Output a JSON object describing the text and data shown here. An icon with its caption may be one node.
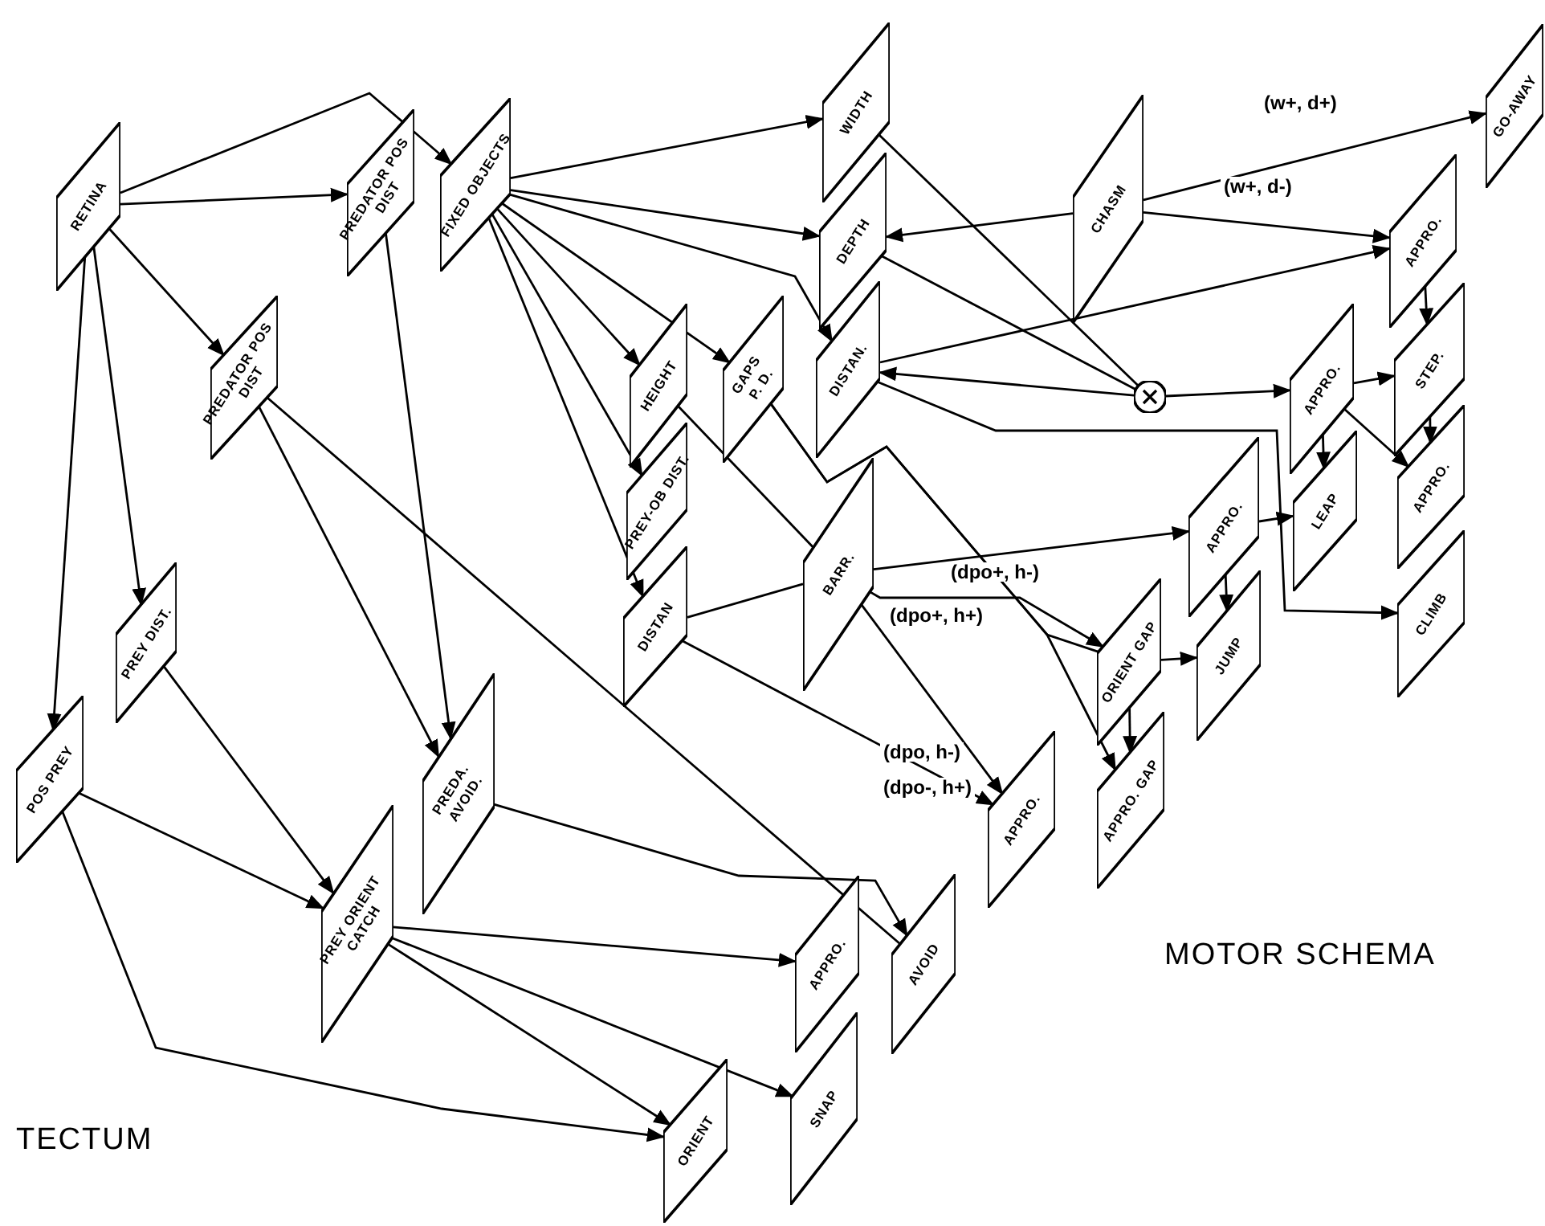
{
  "diagram": {
    "nodes": [
      {
        "text": [
          "RETINA"
        ]
      },
      {
        "text": [
          "PREDATOR POS DIST"
        ]
      },
      {
        "text": [
          "FIXED OBJECTS"
        ]
      },
      {
        "text": [
          "PREDATOR POS DIST"
        ]
      },
      {
        "text": [
          "PREY DIST."
        ]
      },
      {
        "text": [
          "POS PREY"
        ]
      },
      {
        "text": [
          "WIDTH"
        ]
      },
      {
        "text": [
          "DEPTH"
        ]
      },
      {
        "text": [
          "HEIGHT"
        ]
      },
      {
        "text": [
          "GAPS",
          "P. D."
        ]
      },
      {
        "text": [
          "DISTAN."
        ]
      },
      {
        "text": [
          "PREY-OB DIST."
        ]
      },
      {
        "text": [
          "DISTAN"
        ]
      },
      {
        "text": [
          "BARR."
        ]
      },
      {
        "text": [
          "CHASM"
        ]
      },
      {
        "text": [
          "GO-AWAY"
        ]
      },
      {
        "text": [
          "APPRO."
        ]
      },
      {
        "text": [
          "STEP."
        ]
      },
      {
        "text": [
          "APPRO."
        ]
      },
      {
        "text": [
          "LEAP"
        ]
      },
      {
        "text": [
          "APPRO."
        ]
      },
      {
        "text": [
          "CLIMB"
        ]
      },
      {
        "text": [
          "APPRO."
        ]
      },
      {
        "text": [
          "JUMP"
        ]
      },
      {
        "text": [
          "ORIENT GAP"
        ]
      },
      {
        "text": [
          "APPRO. GAP"
        ]
      },
      {
        "text": [
          "APPRO."
        ]
      },
      {
        "text": [
          "PREDA.",
          "AVOID."
        ]
      },
      {
        "text": [
          "PREY ORIENT CATCH"
        ]
      },
      {
        "text": [
          "APPRO."
        ]
      },
      {
        "text": [
          "AVOID"
        ]
      },
      {
        "text": [
          "SNAP"
        ]
      },
      {
        "text": [
          "ORIENT"
        ]
      },
      {
        "text": [],
        "shape": "circle"
      }
    ],
    "edges": [
      {
        "from": 0,
        "to": 2,
        "arrow": "to"
      },
      {
        "from": 0,
        "to": 1,
        "arrow": "to"
      },
      {
        "from": 0,
        "to": 3,
        "arrow": "to"
      },
      {
        "from": 0,
        "to": 4,
        "arrow": "to"
      },
      {
        "from": 0,
        "to": 5,
        "arrow": "to"
      },
      {
        "from": 2,
        "to": 6,
        "arrow": "to"
      },
      {
        "from": 2,
        "to": 7,
        "arrow": "to"
      },
      {
        "from": 2,
        "to": 8,
        "arrow": "to"
      },
      {
        "from": 2,
        "to": 9,
        "arrow": "to"
      },
      {
        "from": 2,
        "to": 10,
        "arrow": "to"
      },
      {
        "from": 2,
        "to": 11,
        "arrow": "to"
      },
      {
        "from": 2,
        "to": 12,
        "arrow": "to"
      },
      {
        "from": 1,
        "to": 27,
        "arrow": "to"
      },
      {
        "from": 3,
        "to": 27,
        "arrow": "to"
      },
      {
        "from": 4,
        "to": 28,
        "arrow": "to"
      },
      {
        "from": 5,
        "to": 28,
        "arrow": "to"
      },
      {
        "from": 5,
        "to": 32,
        "arrow": "to"
      },
      {
        "from": 28,
        "to": 32,
        "arrow": "to"
      },
      {
        "from": 28,
        "to": 29,
        "arrow": "to"
      },
      {
        "from": 28,
        "to": 31,
        "arrow": "to"
      },
      {
        "from": 27,
        "to": 30,
        "arrow": "to"
      },
      {
        "from": 12,
        "to": 26,
        "arrow": "to"
      },
      {
        "from": 13,
        "to": 26,
        "arrow": "to",
        "label": "(dpo, h-)"
      },
      {
        "from": 13,
        "to": 22,
        "arrow": "to",
        "label": "(dpo+, h-)"
      },
      {
        "from": 13,
        "to": 24,
        "arrow": "to",
        "label": "(dpo+, h+)"
      },
      {
        "from": 9,
        "to": 24,
        "arrow": "none"
      },
      {
        "from": 24,
        "to": 25,
        "arrow": "to"
      },
      {
        "from": 24,
        "to": 23,
        "arrow": "to"
      },
      {
        "from": 22,
        "to": 23,
        "arrow": "to"
      },
      {
        "from": 22,
        "to": 19,
        "arrow": "to"
      },
      {
        "from": 18,
        "to": 19,
        "arrow": "to"
      },
      {
        "from": 16,
        "to": 17,
        "arrow": "to"
      },
      {
        "from": 18,
        "to": 17,
        "arrow": "to"
      },
      {
        "from": 17,
        "to": 20,
        "arrow": "to"
      },
      {
        "from": 18,
        "to": 20,
        "arrow": "to"
      },
      {
        "from": 14,
        "to": 15,
        "arrow": "to",
        "label": "(w+, d+)"
      },
      {
        "from": 14,
        "to": 16,
        "arrow": "to",
        "label": "(w+, d-)"
      },
      {
        "from": 10,
        "to": 16,
        "arrow": "to"
      },
      {
        "from": 14,
        "to": 7,
        "arrow": "to"
      },
      {
        "from": 33,
        "to": 10,
        "arrow": "to"
      },
      {
        "from": 33,
        "to": 18,
        "arrow": "to"
      },
      {
        "from": 7,
        "to": 33,
        "arrow": "none"
      },
      {
        "from": 6,
        "to": 33,
        "arrow": "none"
      },
      {
        "from": 10,
        "to": 21,
        "arrow": "to"
      },
      {
        "from": 8,
        "to": 13,
        "arrow": "none"
      },
      {
        "from": 3,
        "to": 30,
        "arrow": "none"
      },
      {
        "from": 12,
        "to": 13,
        "arrow": "none"
      },
      {
        "from": 9,
        "to": 25,
        "arrow": "to"
      }
    ],
    "labels": [
      "(dpo-, h+)",
      "TECTUM",
      "MOTOR SCHEMA"
    ]
  }
}
